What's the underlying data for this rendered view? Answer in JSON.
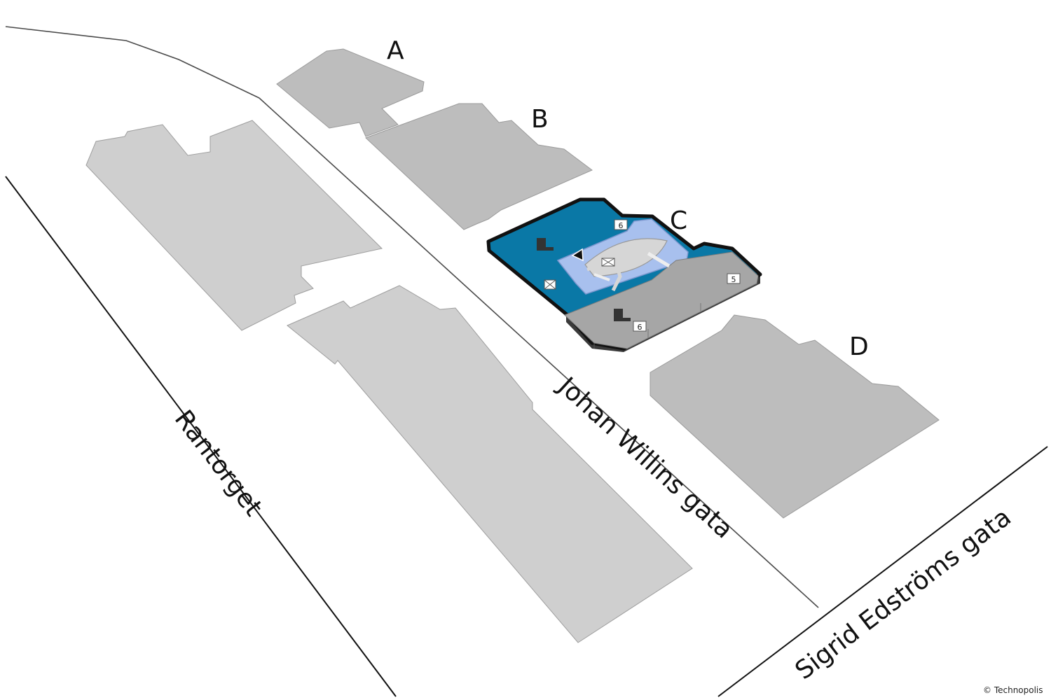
{
  "buildings": {
    "a": {
      "label": "A"
    },
    "b": {
      "label": "B"
    },
    "c": {
      "label": "C"
    },
    "d": {
      "label": "D"
    }
  },
  "streets": {
    "rantorget": "Rantorget",
    "johan_willins_gata": "Johan Willins gata",
    "sigrid_edstroms_gata": "Sigrid Edströms gata"
  },
  "copyright": "© Technopolis",
  "colors": {
    "highlight_floor": "#0a78a6",
    "highlight_area": "#a8c0ee",
    "other_buildings": "#bdbdbd",
    "opposite_buildings": "#cfcfcf",
    "roof": "#a6a6a6"
  },
  "icons": [
    "staircase-icon",
    "elevator-icon",
    "toilet-icon",
    "entrance-arrow-icon",
    "boat-sculpture-icon"
  ]
}
